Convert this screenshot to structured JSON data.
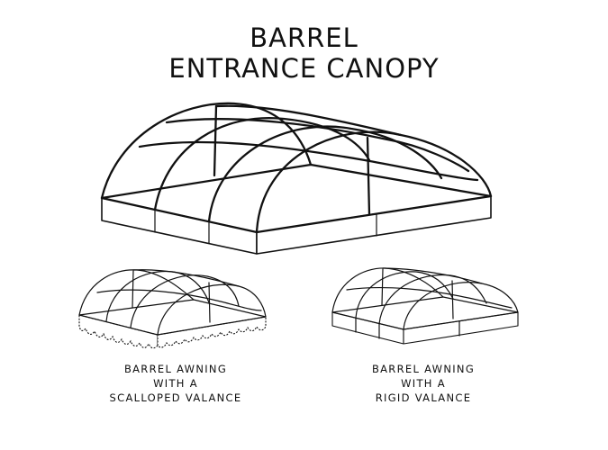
{
  "title": {
    "line1": "BARREL",
    "line2": "ENTRANCE CANOPY"
  },
  "captions": {
    "left": [
      "BARREL AWNING",
      "WITH A",
      "SCALLOPED VALANCE"
    ],
    "right": [
      "BARREL AWNING",
      "WITH A",
      "RIGID VALANCE"
    ]
  },
  "colors": {
    "ink": "#111111",
    "background": "#ffffff"
  }
}
